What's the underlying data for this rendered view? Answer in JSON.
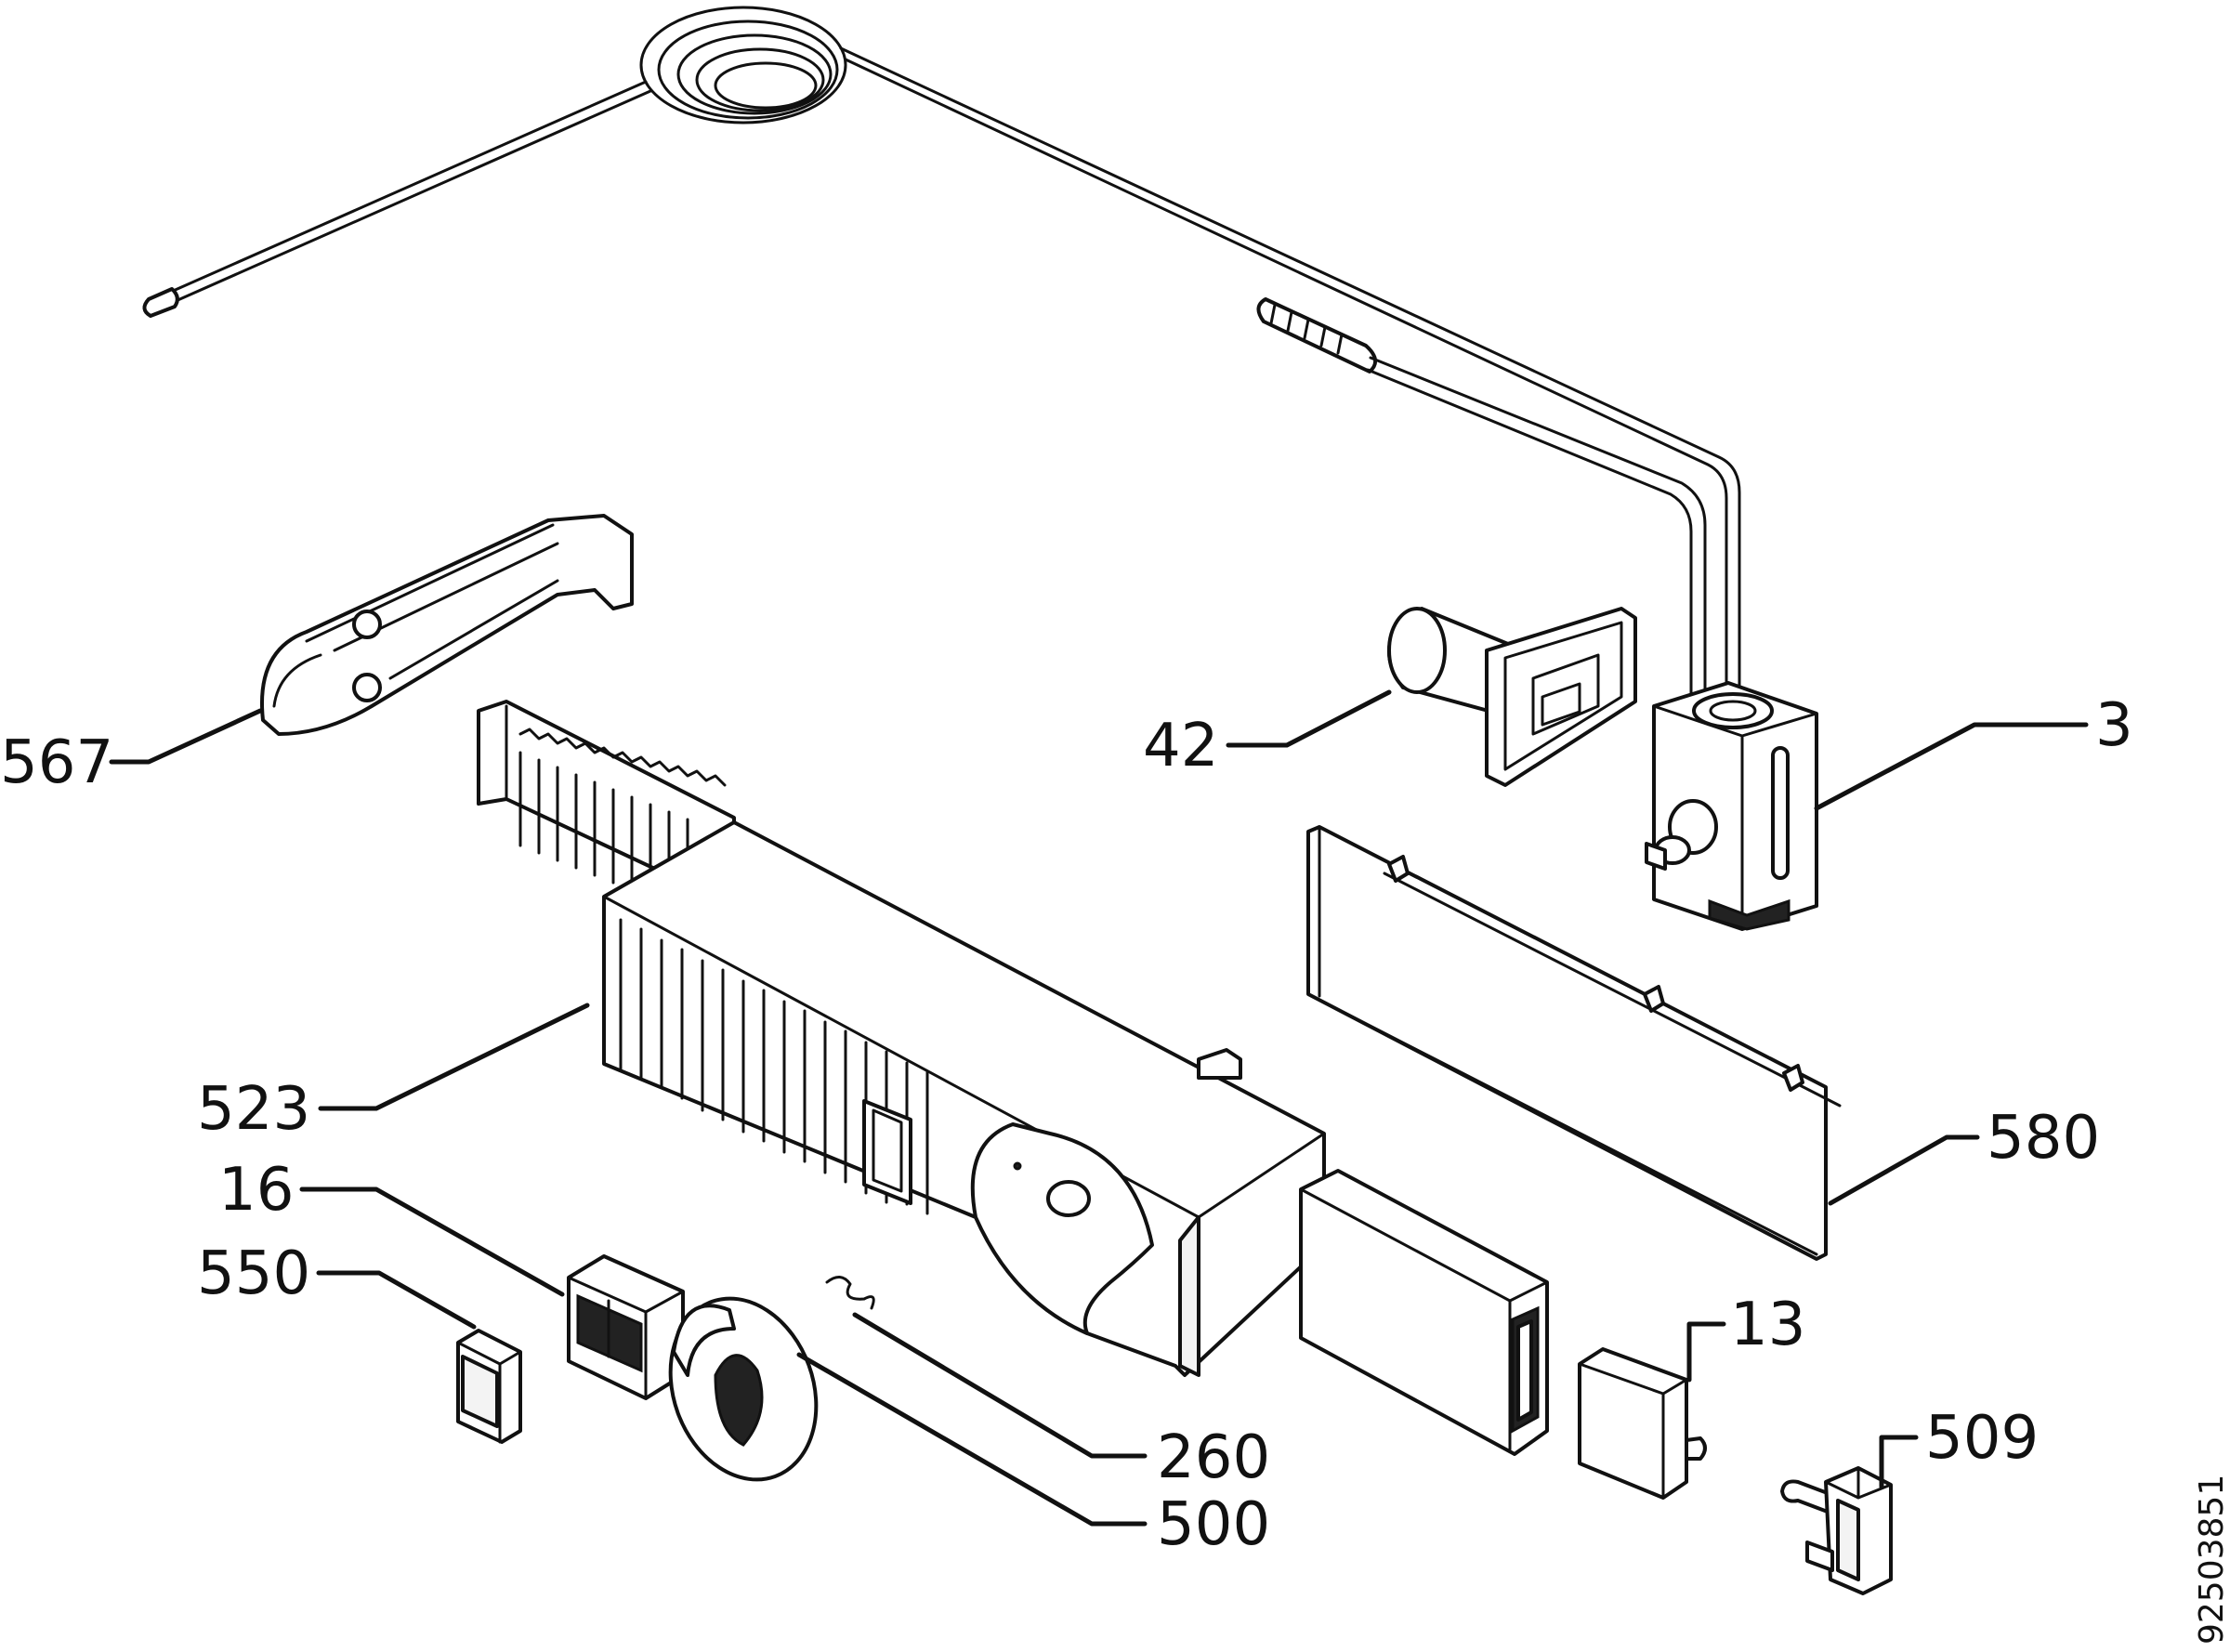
{
  "labels": {
    "567": "567",
    "42": "42",
    "3": "3",
    "523": "523",
    "16": "16",
    "550": "550",
    "580": "580",
    "13": "13",
    "260": "260",
    "500": "500",
    "509": "509"
  },
  "document_id": "92503851"
}
